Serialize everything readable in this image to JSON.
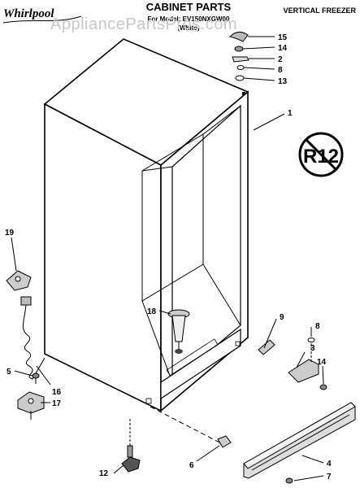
{
  "header": {
    "brand": "Whirlpool",
    "title": "CABINET PARTS",
    "subtitle_line1": "For Model: EV150NXGW00",
    "subtitle_line2": "(White)",
    "product": "VERTICAL FREEZER",
    "watermark": "AppliancePartsPros.com"
  },
  "badge": {
    "text": "R12"
  },
  "callouts": [
    {
      "id": "15",
      "text": "15"
    },
    {
      "id": "14a",
      "text": "14"
    },
    {
      "id": "2",
      "text": "2"
    },
    {
      "id": "8a",
      "text": "8"
    },
    {
      "id": "13",
      "text": "13"
    },
    {
      "id": "1",
      "text": "1"
    },
    {
      "id": "19",
      "text": "19"
    },
    {
      "id": "18",
      "text": "18"
    },
    {
      "id": "9",
      "text": "9"
    },
    {
      "id": "8b",
      "text": "8"
    },
    {
      "id": "3",
      "text": "3"
    },
    {
      "id": "14b",
      "text": "14"
    },
    {
      "id": "5",
      "text": "5"
    },
    {
      "id": "16",
      "text": "16"
    },
    {
      "id": "17",
      "text": "17"
    },
    {
      "id": "12",
      "text": "12"
    },
    {
      "id": "6",
      "text": "6"
    },
    {
      "id": "4",
      "text": "4"
    },
    {
      "id": "7",
      "text": "7"
    }
  ]
}
